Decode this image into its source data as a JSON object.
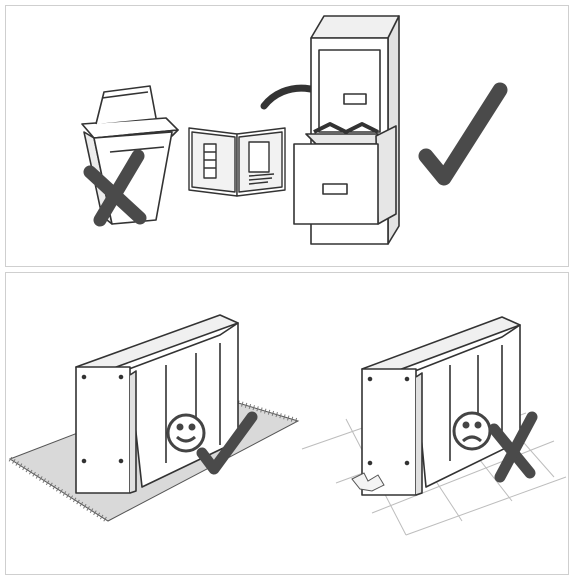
{
  "instructions": {
    "storage": {
      "discard_item": "trash-bin",
      "keep_item": "assembly-manual",
      "keep_location": "filing-cabinet"
    },
    "assembly_surface": {
      "correct": {
        "surface": "soft-rug",
        "face": "smiley-face-icon",
        "verdict": "checkmark-icon"
      },
      "incorrect": {
        "surface": "hard-tile-floor",
        "face": "sad-face-icon",
        "verdict": "cross-icon"
      }
    }
  },
  "colors": {
    "line": "#333333",
    "mark": "#4a4a4a",
    "shade": "#d9d9d9",
    "tile": "#bdbdbd",
    "panel_border": "#cfcfcf"
  }
}
